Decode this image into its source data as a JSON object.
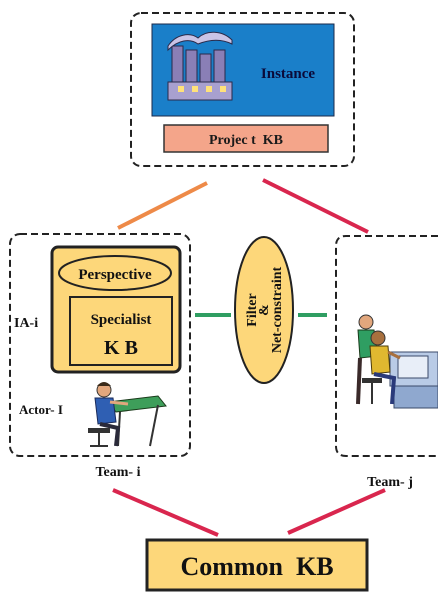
{
  "instance_box": {
    "label": "Instance",
    "project_kb_label": "Projec t  KB",
    "icon": "factory-icon"
  },
  "team_i": {
    "perspective_label": "Perspective",
    "specialist_label": "Specialist",
    "kb_label": "K B",
    "ia_label": "IA-i",
    "actor_label": "Actor- I",
    "team_label": "Team- i",
    "icon": "person-at-drafting-table-icon"
  },
  "filter": {
    "line1": "Filter",
    "line2": "&",
    "line3": "Net-constraint"
  },
  "team_j": {
    "team_label": "Team- j",
    "icon": "people-at-computer-icon"
  },
  "common_kb": {
    "label": "Common  KB"
  },
  "colors": {
    "instance_blue": "#1a7fc9",
    "project_kb_fill": "#f4a58a",
    "kb_fill": "#fdd77a",
    "link_orange": "#ee8a48",
    "link_red": "#d9264e",
    "link_green": "#2f9e62"
  }
}
